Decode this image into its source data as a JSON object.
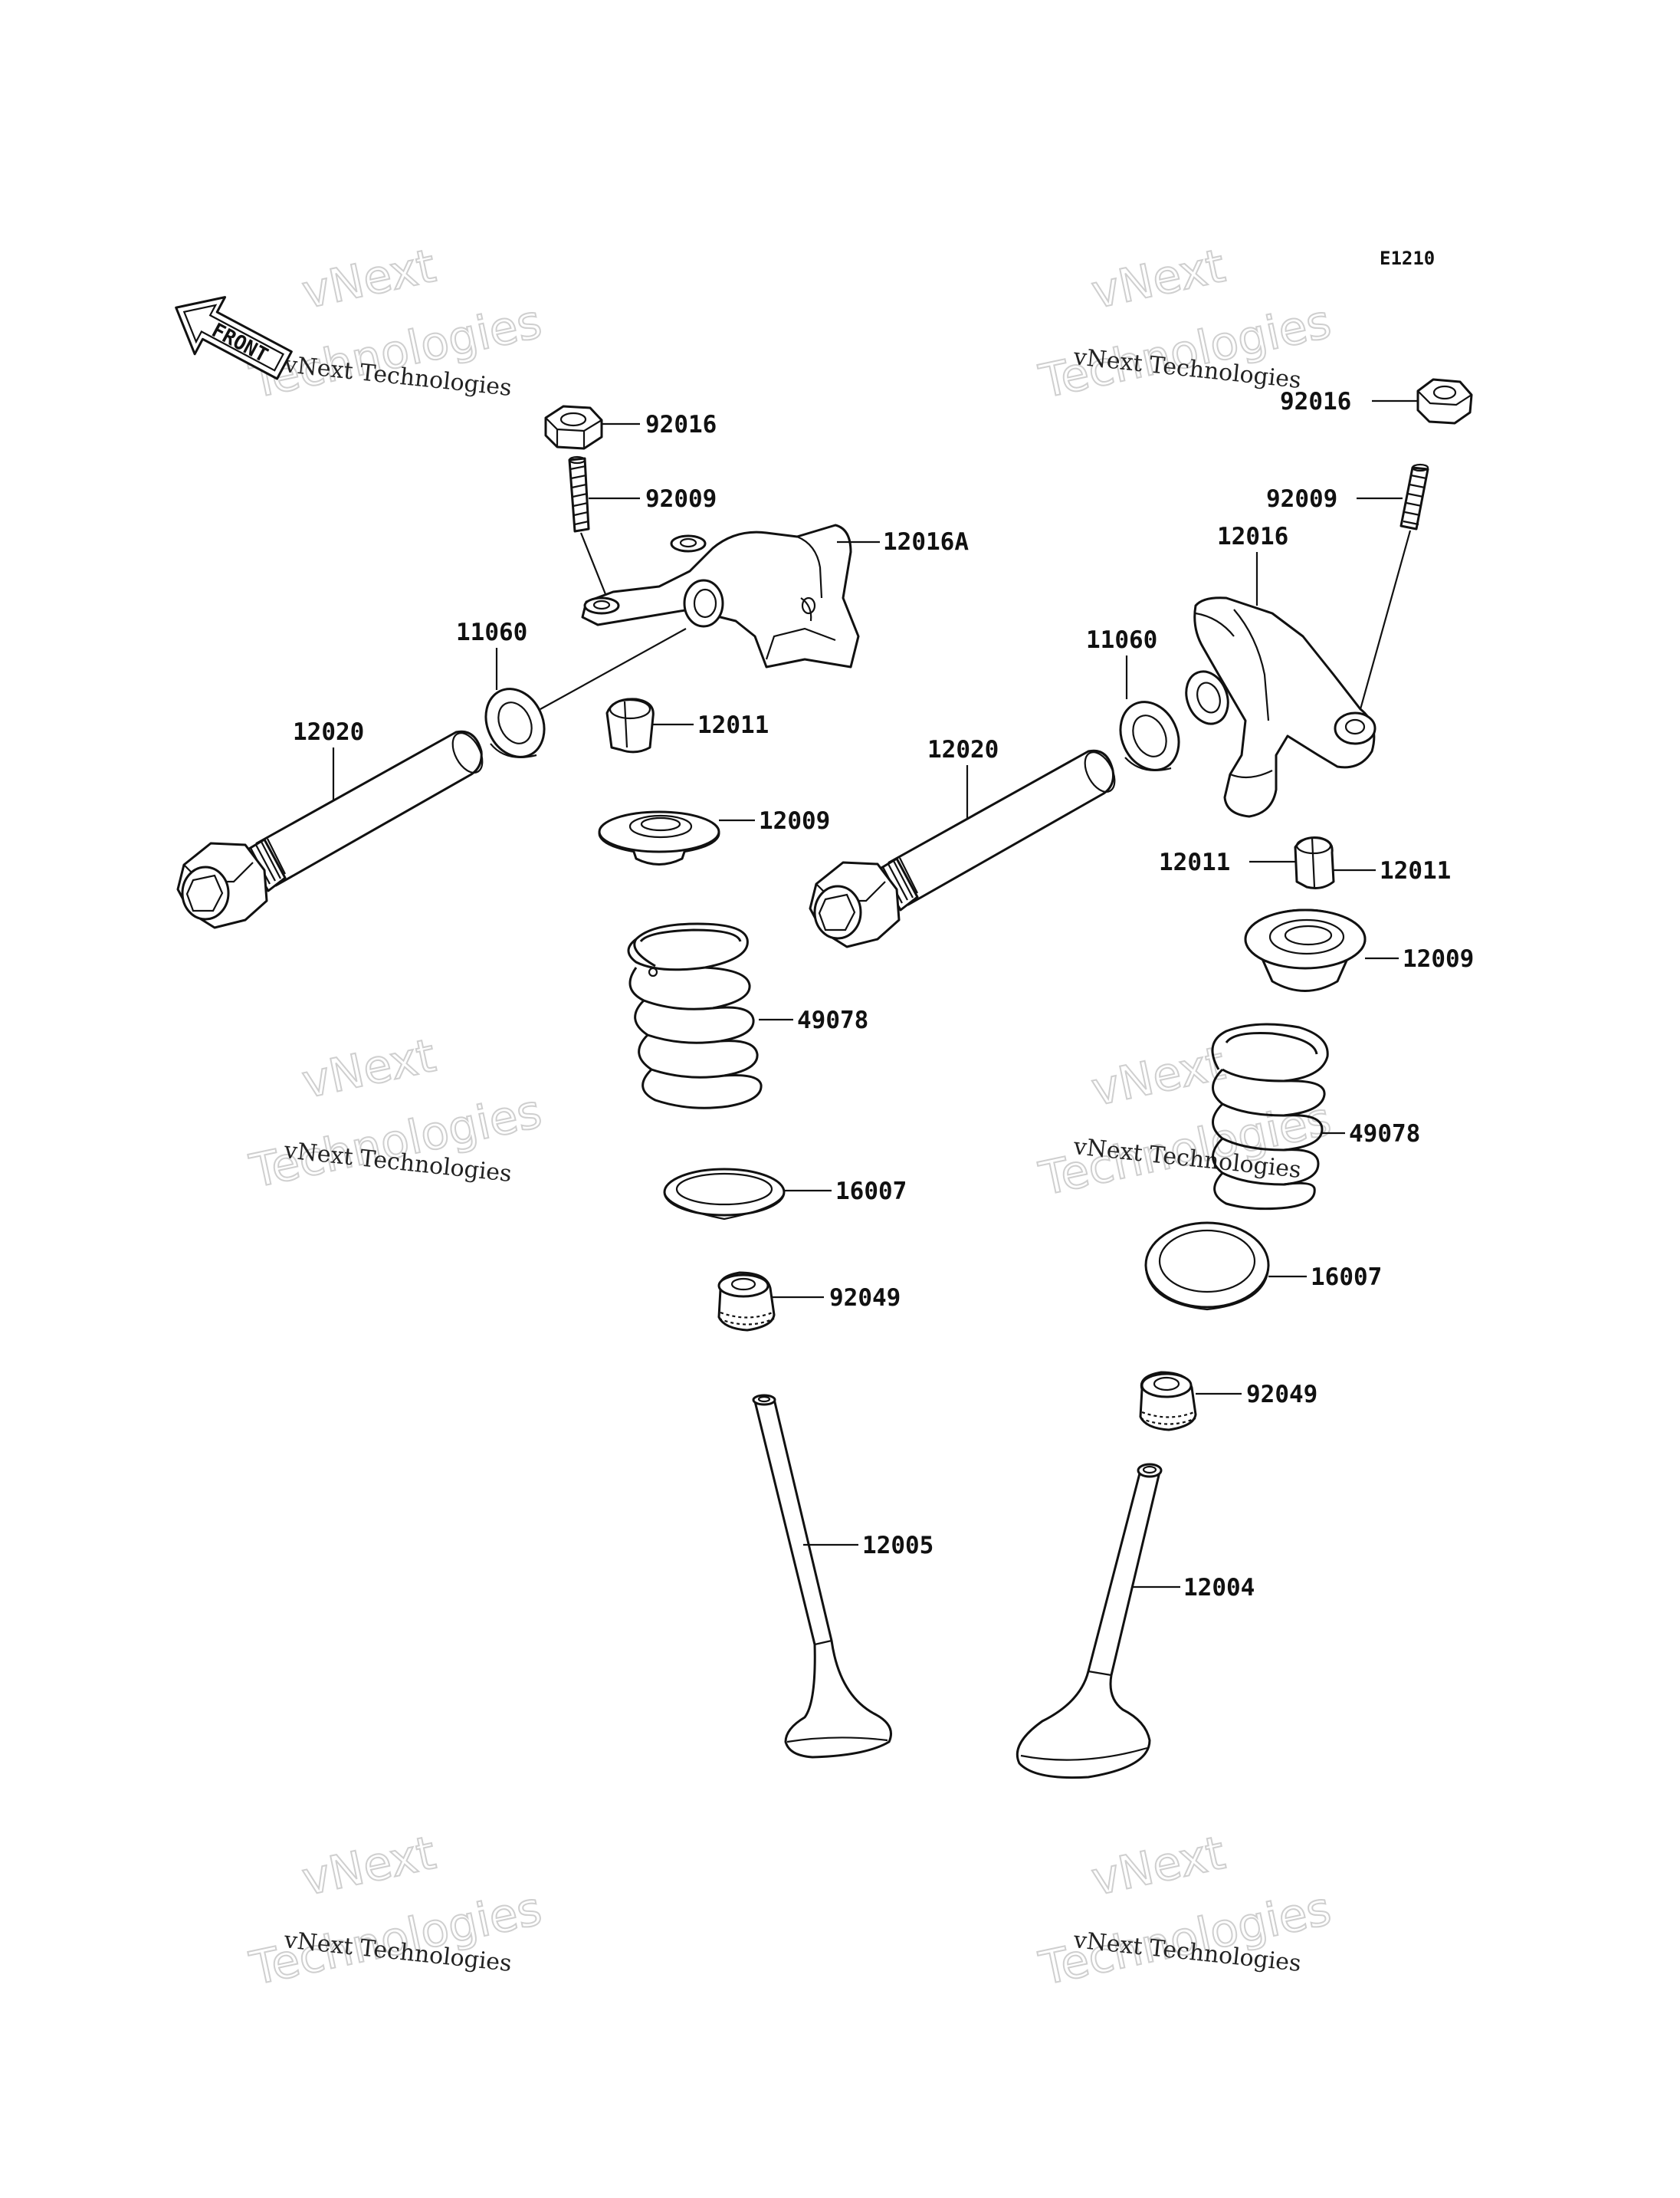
{
  "diagram_code": "E1210",
  "front_label": "FRONT",
  "watermark": {
    "line1": "vNext Technologies",
    "line2": "vNext",
    "line3": "Technologies"
  },
  "left_assembly": {
    "nut": "92016",
    "stud": "92009",
    "rocker_arm": "12016A",
    "washer": "11060",
    "shaft": "12020",
    "adjuster": "12011",
    "retainer": "12009",
    "spring": "49078",
    "seat": "16007",
    "seal": "92049",
    "valve": "12005"
  },
  "right_assembly": {
    "nut": "92016",
    "stud": "92009",
    "rocker_arm": "12016",
    "washer": "11060",
    "shaft": "12020",
    "cotter_left": "12011",
    "cotter_right": "12011",
    "retainer": "12009",
    "spring": "49078",
    "seat": "16007",
    "seal": "92049",
    "valve": "12004"
  }
}
